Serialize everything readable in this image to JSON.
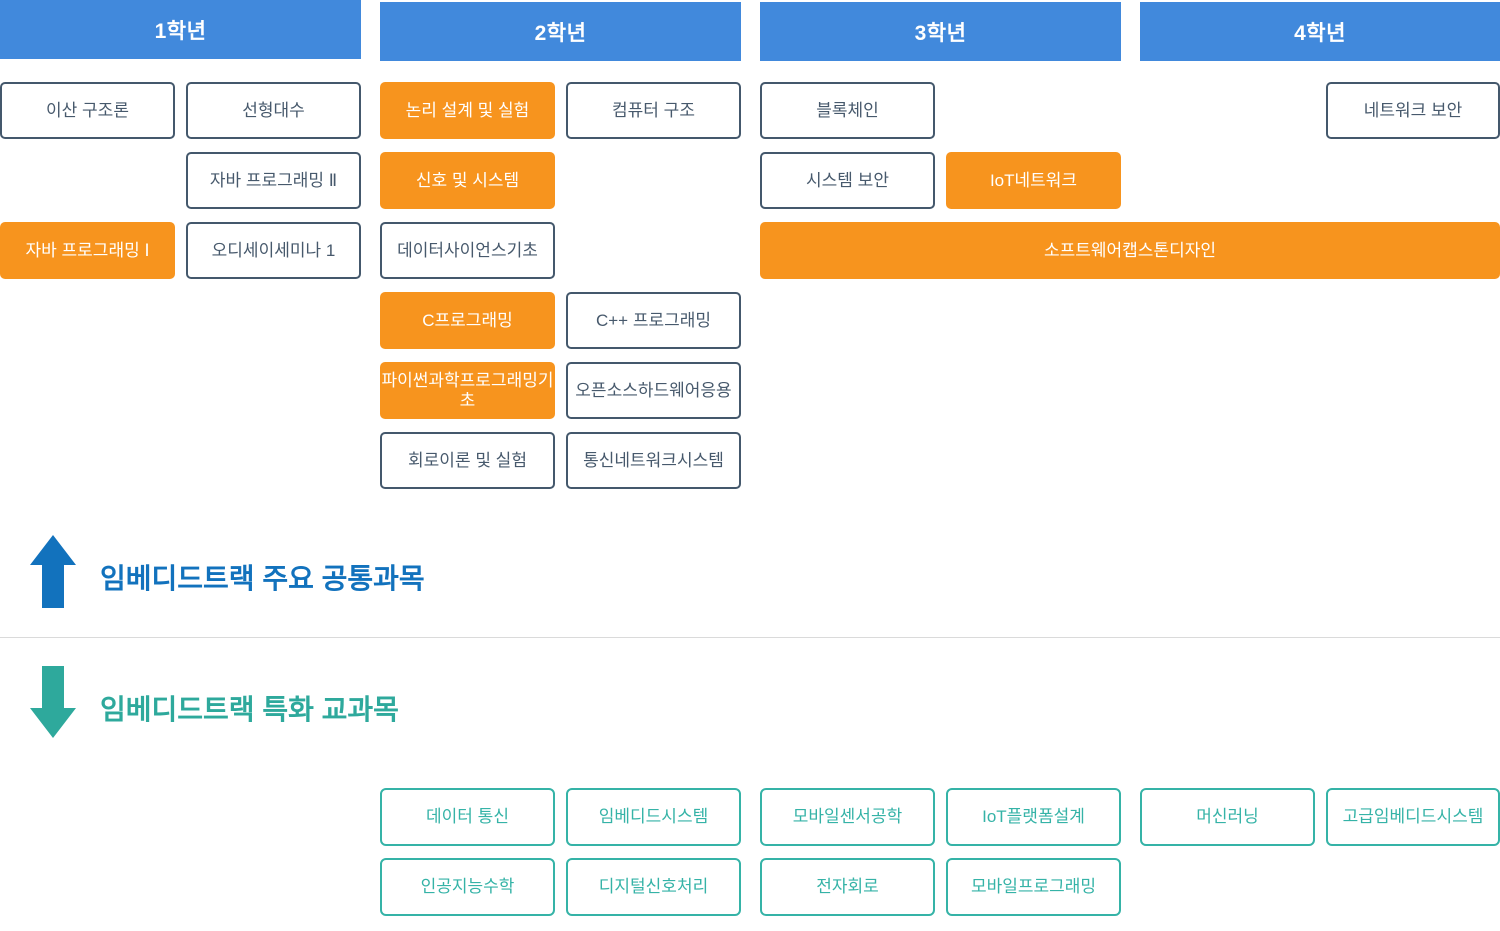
{
  "years": [
    {
      "label": "1학년"
    },
    {
      "label": "2학년"
    },
    {
      "label": "3학년"
    },
    {
      "label": "4학년"
    }
  ],
  "common_track": {
    "title": "임베디드트랙 주요 공통과목",
    "courses": [
      {
        "label": "이산 구조론",
        "highlight": false
      },
      {
        "label": "선형대수",
        "highlight": false
      },
      {
        "label": "자바 프로그래밍 Ⅱ",
        "highlight": false
      },
      {
        "label": "자바 프로그래밍 Ⅰ",
        "highlight": true
      },
      {
        "label": "오디세이세미나 1",
        "highlight": false
      },
      {
        "label": "논리 설계 및 실험",
        "highlight": true
      },
      {
        "label": "컴퓨터 구조",
        "highlight": false
      },
      {
        "label": "신호 및 시스템",
        "highlight": true
      },
      {
        "label": "데이터사이언스기초",
        "highlight": false
      },
      {
        "label": "C프로그래밍",
        "highlight": true
      },
      {
        "label": "C++ 프로그래밍",
        "highlight": false
      },
      {
        "label": "파이썬과학프로그래밍기초",
        "highlight": true
      },
      {
        "label": "오픈소스하드웨어응용",
        "highlight": false
      },
      {
        "label": "회로이론 및 실험",
        "highlight": false
      },
      {
        "label": "통신네트워크시스템",
        "highlight": false
      },
      {
        "label": "블록체인",
        "highlight": false
      },
      {
        "label": "시스템 보안",
        "highlight": false
      },
      {
        "label": "IoT네트워크",
        "highlight": true
      },
      {
        "label": "소프트웨어캡스톤디자인",
        "highlight": true
      },
      {
        "label": "네트워크 보안",
        "highlight": false
      }
    ]
  },
  "special_track": {
    "title": "임베디드트랙 특화 교과목",
    "courses": [
      {
        "label": "데이터 통신"
      },
      {
        "label": "임베디드시스템"
      },
      {
        "label": "모바일센서공학"
      },
      {
        "label": "IoT플랫폼설계"
      },
      {
        "label": "머신러닝"
      },
      {
        "label": "고급임베디드시스템"
      },
      {
        "label": "인공지능수학"
      },
      {
        "label": "디지털신호처리"
      },
      {
        "label": "전자회로"
      },
      {
        "label": "모바일프로그래밍"
      }
    ]
  },
  "colors": {
    "year_header_blue": "#4189DC",
    "highlight_orange": "#F7941E",
    "course_slate": "#44586C",
    "special_teal": "#35B3A7",
    "common_title_blue": "#1272BD",
    "special_title_teal": "#2EA99C"
  }
}
